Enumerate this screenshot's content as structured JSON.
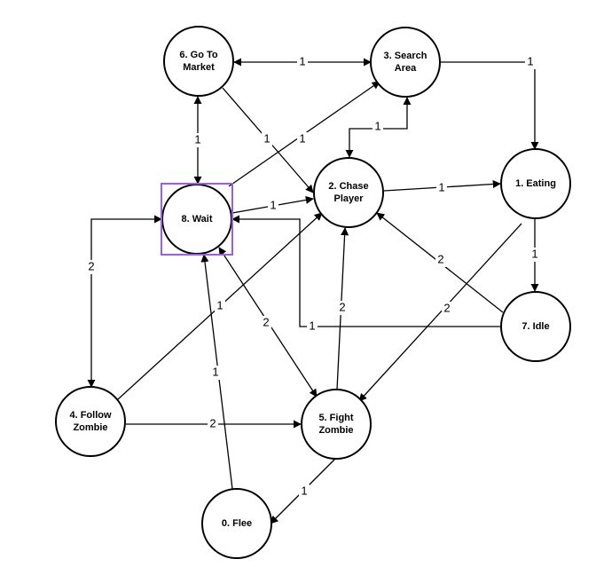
{
  "diagram": {
    "title": "State machine",
    "selection_color": "#9b5de5",
    "nodes": [
      {
        "id": "n0",
        "label_lines": [
          "0. Flee"
        ]
      },
      {
        "id": "n1",
        "label_lines": [
          "1. Eating"
        ]
      },
      {
        "id": "n2",
        "label_lines": [
          "2. Chase",
          "Player"
        ]
      },
      {
        "id": "n3",
        "label_lines": [
          "3. Search",
          "Area"
        ]
      },
      {
        "id": "n4",
        "label_lines": [
          "4. Follow",
          "Zombie"
        ]
      },
      {
        "id": "n5",
        "label_lines": [
          "5. Fight",
          "Zombie"
        ]
      },
      {
        "id": "n6",
        "label_lines": [
          "6. Go To",
          "Market"
        ]
      },
      {
        "id": "n7",
        "label_lines": [
          "7. Idle"
        ]
      },
      {
        "id": "n8",
        "label_lines": [
          "8. Wait"
        ],
        "selected": true
      }
    ],
    "edges": [
      {
        "id": "e6_3",
        "from": "n6",
        "to": "n3",
        "weight": "1",
        "bidirectional": true
      },
      {
        "id": "e3_1",
        "from": "n3",
        "to": "n1",
        "weight": "1"
      },
      {
        "id": "e6_8",
        "from": "n6",
        "to": "n8",
        "weight": "1",
        "bidirectional": true
      },
      {
        "id": "e6_2",
        "from": "n6",
        "to": "n2",
        "weight": "1"
      },
      {
        "id": "e8_3",
        "from": "n8",
        "to": "n3",
        "weight": "1"
      },
      {
        "id": "e2_3",
        "from": "n2",
        "to": "n3",
        "weight": "1",
        "bidirectional": true
      },
      {
        "id": "e8_2",
        "from": "n8",
        "to": "n2",
        "weight": "1"
      },
      {
        "id": "e2_1",
        "from": "n2",
        "to": "n1",
        "weight": "1"
      },
      {
        "id": "e1_7",
        "from": "n1",
        "to": "n7",
        "weight": "1"
      },
      {
        "id": "e1_5",
        "from": "n1",
        "to": "n5",
        "weight": "2"
      },
      {
        "id": "e7_2",
        "from": "n7",
        "to": "n2",
        "weight": "2"
      },
      {
        "id": "e7_8",
        "from": "n7",
        "to": "n8",
        "weight": "1"
      },
      {
        "id": "e8_4",
        "from": "n8",
        "to": "n4",
        "weight": "2",
        "bidirectional": true
      },
      {
        "id": "e4_2",
        "from": "n4",
        "to": "n2",
        "weight": "1"
      },
      {
        "id": "e8_5",
        "from": "n8",
        "to": "n5",
        "weight": "2",
        "bidirectional": true
      },
      {
        "id": "e5_2",
        "from": "n5",
        "to": "n2",
        "weight": "2"
      },
      {
        "id": "e4_5",
        "from": "n4",
        "to": "n5",
        "weight": "2"
      },
      {
        "id": "e0_8",
        "from": "n0",
        "to": "n8",
        "weight": "1"
      },
      {
        "id": "e5_0",
        "from": "n5",
        "to": "n0",
        "weight": "1"
      }
    ]
  }
}
